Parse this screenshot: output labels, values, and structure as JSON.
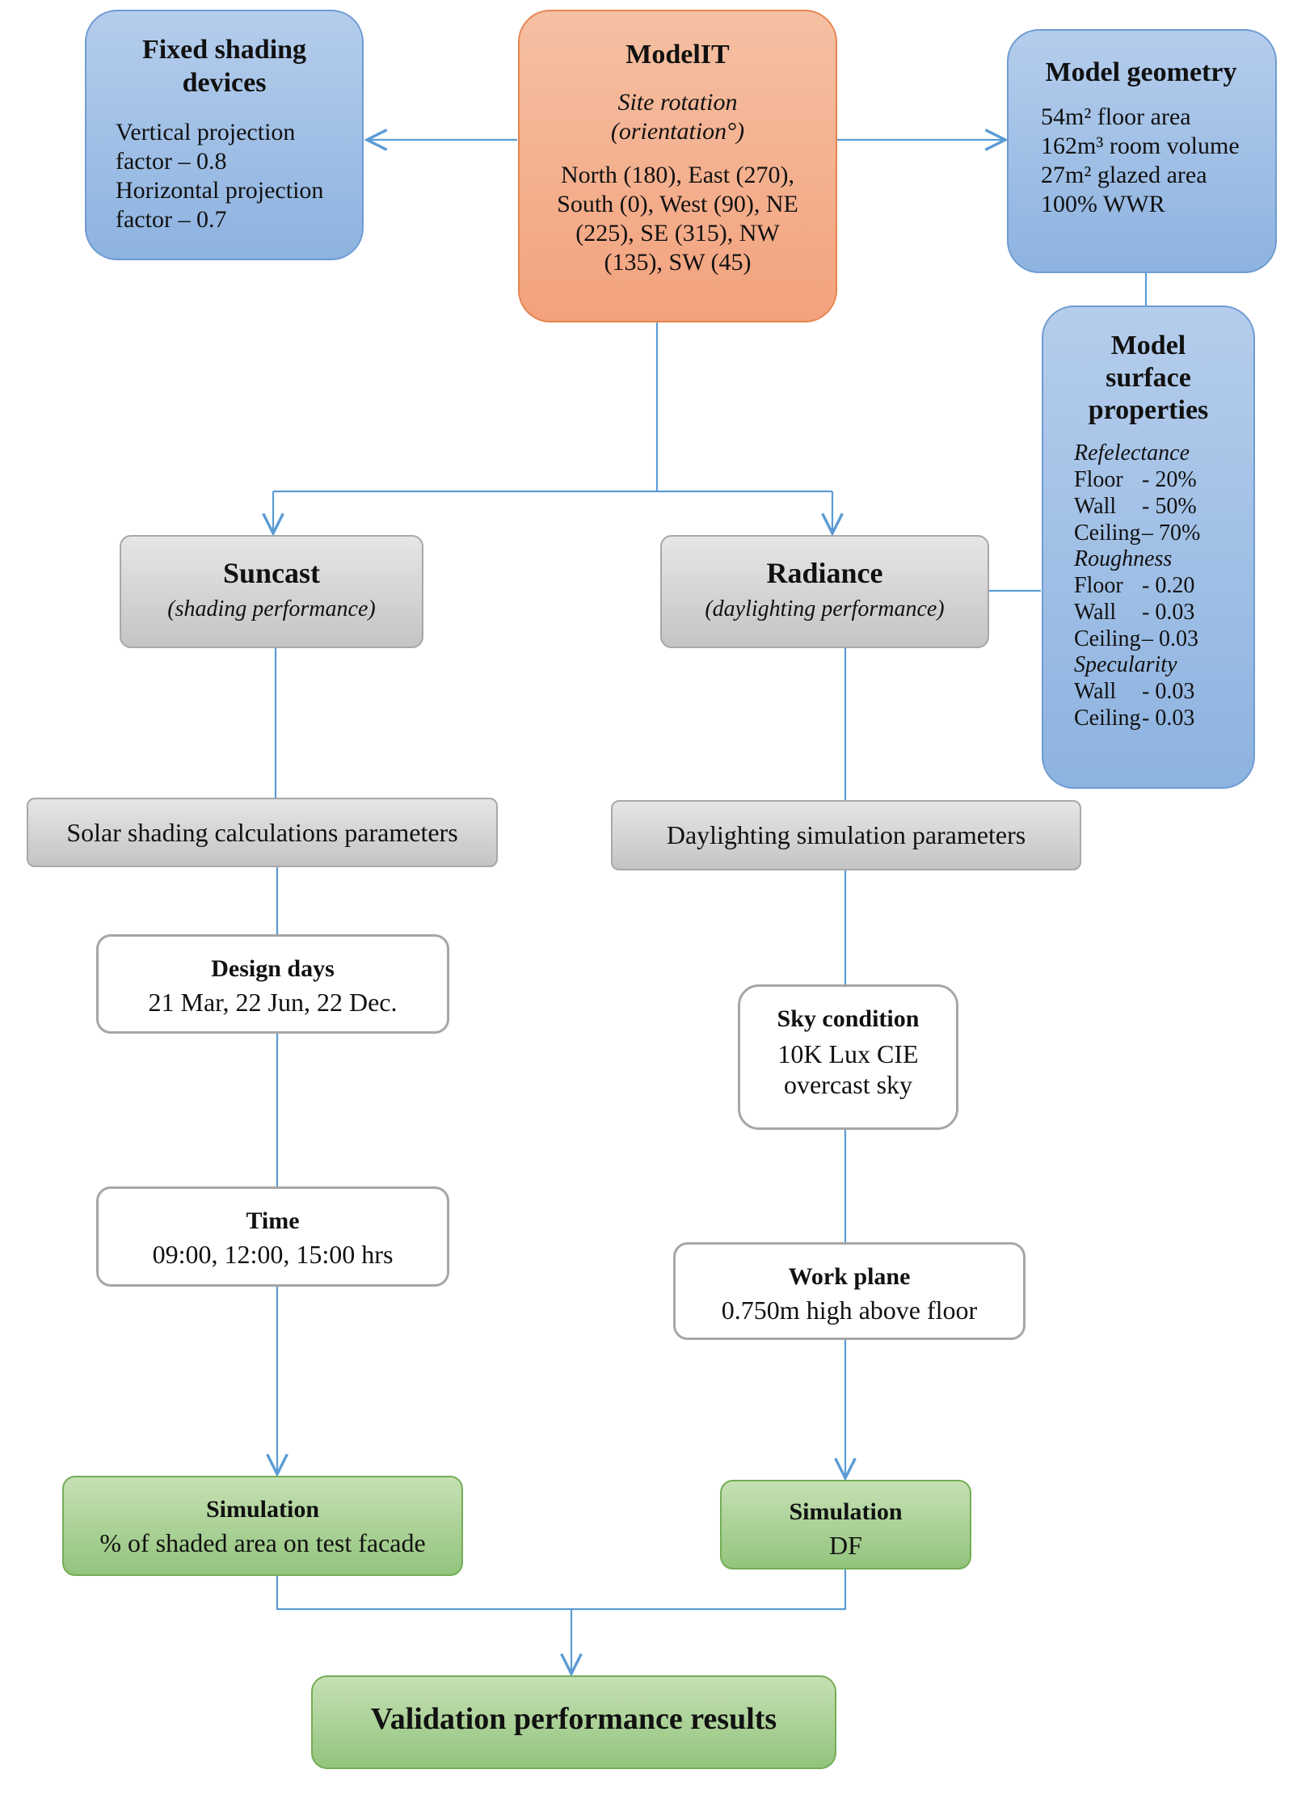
{
  "nodes": {
    "fixed_shading": {
      "title": "Fixed shading devices",
      "lines": [
        "Vertical projection",
        "factor – 0.8",
        "Horizontal projection",
        "factor – 0.7"
      ]
    },
    "modelit": {
      "title": "ModelIT",
      "subtitle": "Site rotation (orientation°)",
      "body": "North (180), East (270), South (0), West (90), NE (225), SE (315), NW (135), SW (45)"
    },
    "model_geometry": {
      "title": "Model geometry",
      "lines": [
        "54m² floor area",
        "162m³ room volume",
        "27m² glazed area",
        "100% WWR"
      ]
    },
    "model_surface": {
      "title": "Model surface properties",
      "reflectance_label": "Refelectance",
      "reflectance": [
        [
          "Floor",
          "- 20%"
        ],
        [
          "Wall",
          "- 50%"
        ],
        [
          "Ceiling",
          "– 70%"
        ]
      ],
      "roughness_label": "Roughness",
      "roughness": [
        [
          "Floor",
          "- 0.20"
        ],
        [
          "Wall",
          "- 0.03"
        ],
        [
          "Ceiling",
          "– 0.03"
        ]
      ],
      "specularity_label": "Specularity",
      "specularity": [
        [
          "Wall",
          "- 0.03"
        ],
        [
          "Ceiling",
          "- 0.03"
        ]
      ]
    },
    "suncast": {
      "title": "Suncast",
      "subtitle": "(shading performance)"
    },
    "radiance": {
      "title": "Radiance",
      "subtitle": "(daylighting performance)"
    },
    "solar_params": {
      "label": "Solar shading calculations parameters"
    },
    "daylight_params": {
      "label": "Daylighting simulation parameters"
    },
    "design_days": {
      "title": "Design days",
      "body": "21 Mar, 22 Jun, 22 Dec."
    },
    "time": {
      "title": "Time",
      "body": "09:00, 12:00, 15:00 hrs"
    },
    "sky_condition": {
      "title": "Sky condition",
      "body": "10K Lux CIE overcast sky"
    },
    "work_plane": {
      "title": "Work plane",
      "body": "0.750m high above floor"
    },
    "sim_shading": {
      "title": "Simulation",
      "body": "% of shaded area on test facade"
    },
    "sim_df": {
      "title": "Simulation",
      "body": "DF"
    },
    "validation": {
      "title": "Validation performance results"
    }
  },
  "colors": {
    "blue": "#8db3e0",
    "orange": "#f3a27d",
    "gray": "#c4c4c4",
    "green": "#93c47d",
    "connector": "#5b9bd5"
  }
}
